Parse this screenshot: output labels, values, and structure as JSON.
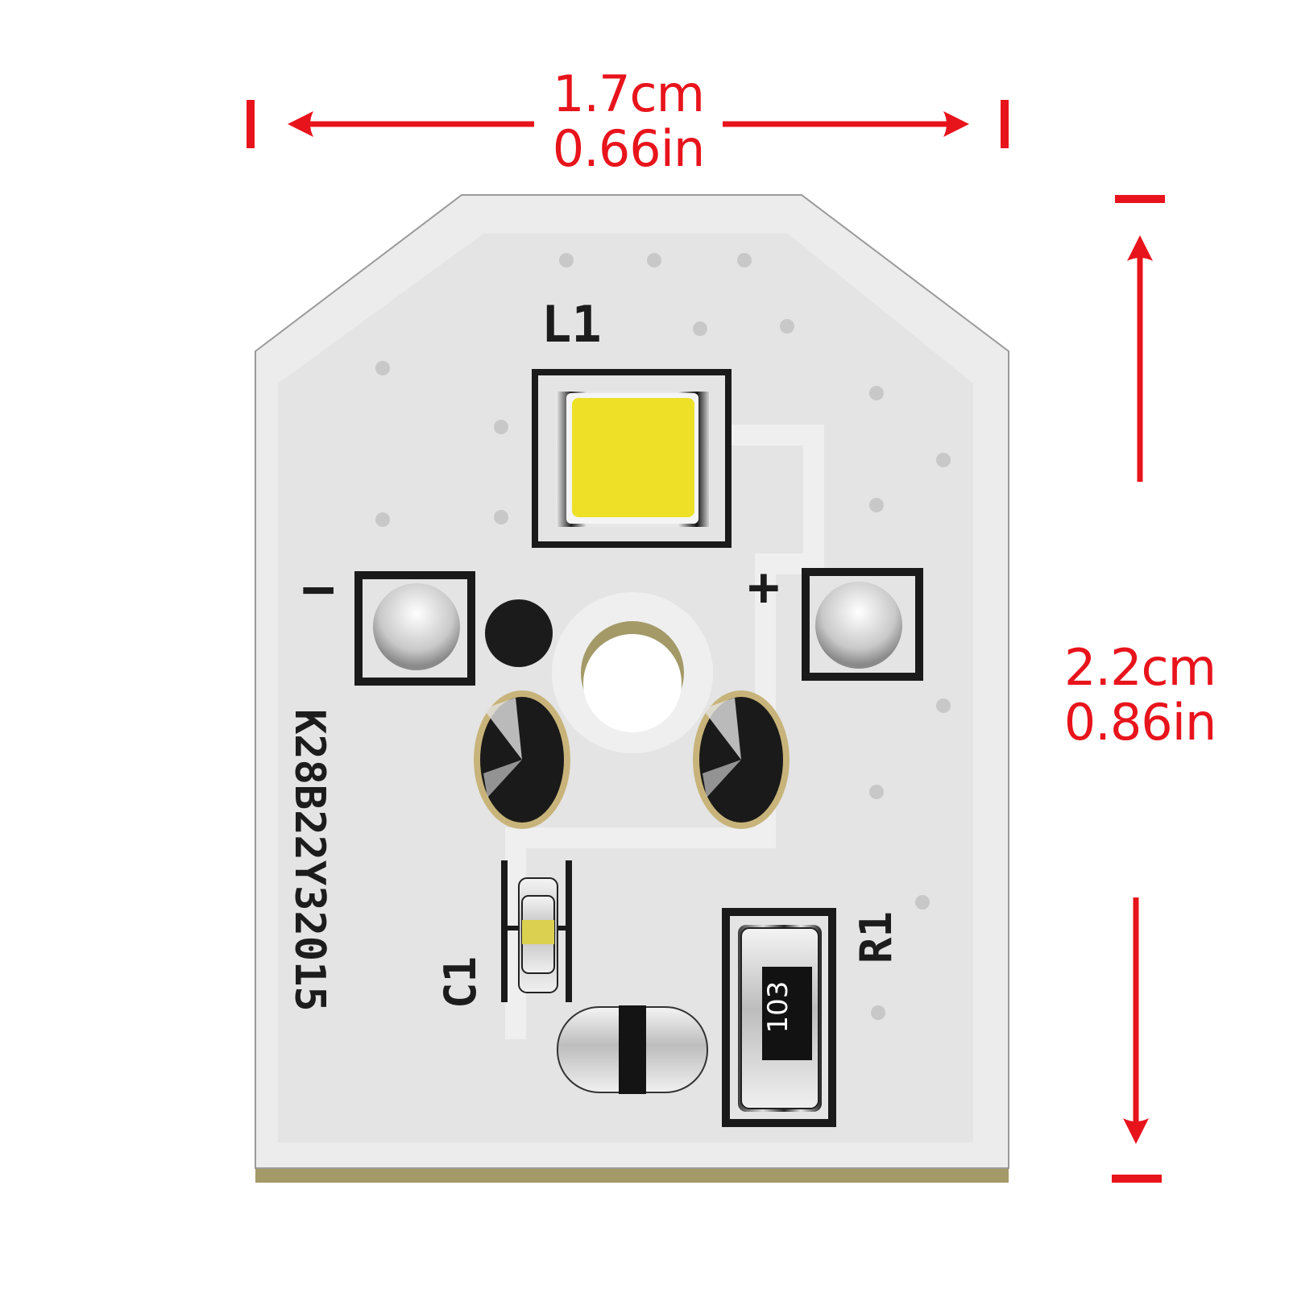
{
  "dimensions": {
    "width": {
      "cm": "1.7cm",
      "in": "0.66in"
    },
    "height": {
      "cm": "2.2cm",
      "in": "0.86in"
    },
    "color": "#e8141c"
  },
  "board": {
    "part_number": "K28B22Y32015",
    "substrate_color": "#e9e9e9",
    "edge_color": "#a39a68",
    "components": {
      "led": {
        "designator": "L1",
        "color": "#ede027"
      },
      "capacitor": {
        "designator": "C1",
        "band_color": "#dcd050"
      },
      "resistor": {
        "designator": "R1",
        "marking": "103"
      },
      "pad_negative": {
        "polarity_label": "−"
      },
      "pad_positive": {
        "polarity_label": "+"
      }
    }
  }
}
